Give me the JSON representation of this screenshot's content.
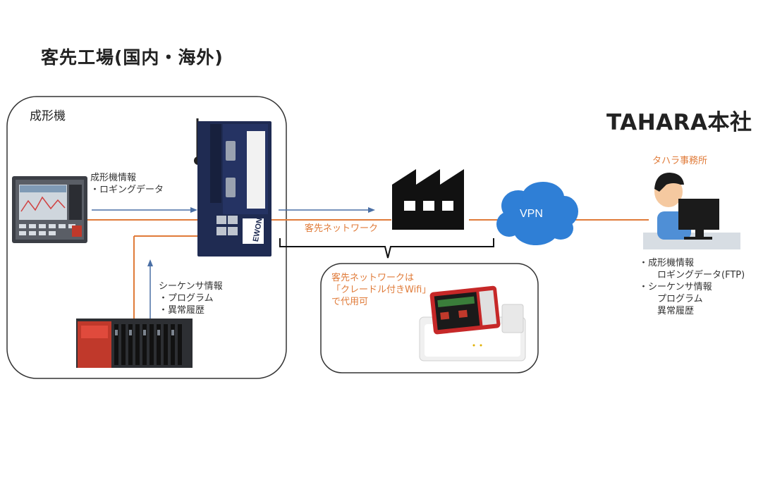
{
  "title": "客先工場(国内・海外)",
  "hq_title": "TAHARA本社",
  "machine_panel_label": "成形機",
  "hmi_info": "成形機情報\n・ロギングデータ",
  "sequencer_info": "シーケンサ情報\n・プログラム\n・異常履歴",
  "customer_network_label": "客先ネットワーク",
  "vpn_label": "VPN",
  "gateway_brand": "EWON",
  "office_label": "タハラ事務所",
  "hq_info": "・成形機情報\n　　ロギングデータ(FTP)\n・シーケンサ情報\n　　プログラム\n　　異常履歴",
  "wifi_note": "客先ネットワークは\n「クレードル付きWifi」\nで代用可",
  "colors": {
    "orange_line": "#e07b39",
    "blue_arrow": "#4a6fa5",
    "vpn_cloud": "#2f7fd6",
    "factory": "#111111"
  }
}
